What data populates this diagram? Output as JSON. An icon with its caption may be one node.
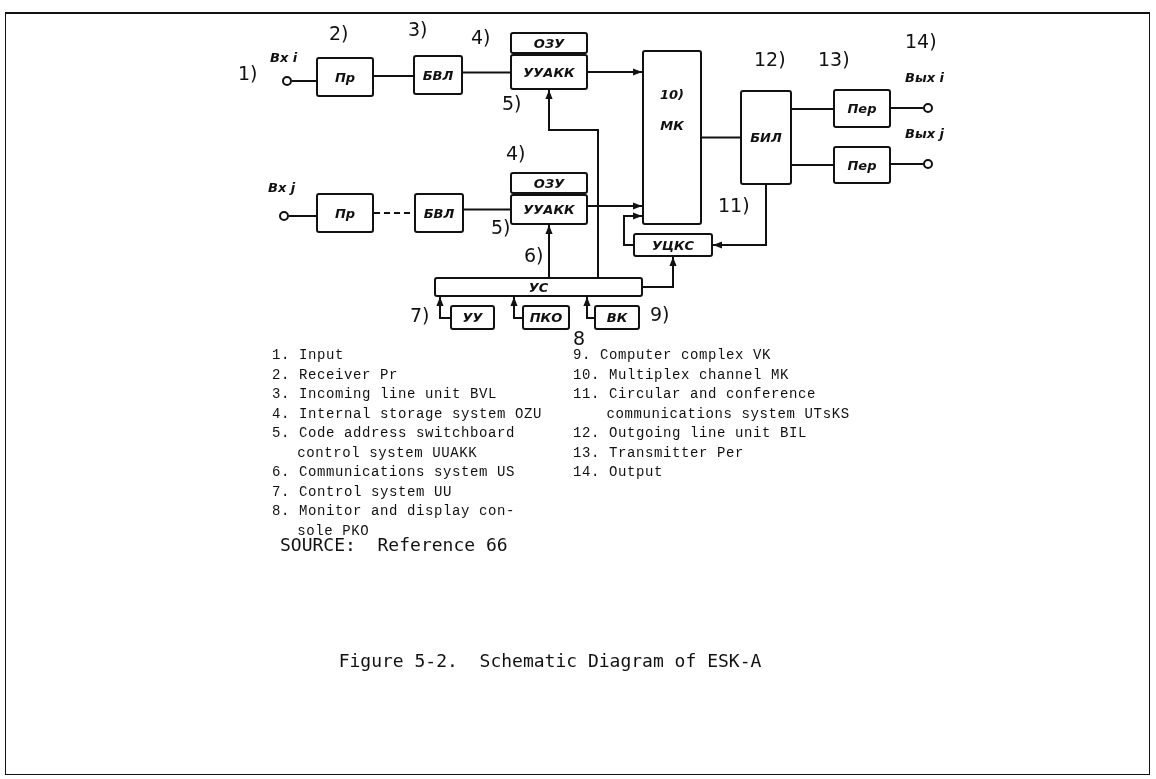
{
  "diagram": {
    "caption": "Figure 5-2.  Schematic Diagram of ESK-A",
    "nodes": [
      {
        "text": [],
        "shape": "circle",
        "beside": [
          "Вх i"
        ]
      },
      {
        "text": [
          "Пр"
        ]
      },
      {
        "text": [
          "БВЛ"
        ]
      },
      {
        "text": [
          "ОЗУ"
        ]
      },
      {
        "text": [
          "УУАКК"
        ]
      },
      {
        "text": [
          "10)",
          "МК"
        ]
      },
      {
        "text": [
          "БИЛ"
        ]
      },
      {
        "text": [
          "Пер"
        ]
      },
      {
        "text": [],
        "shape": "circle",
        "beside": [
          "Вых i"
        ]
      },
      {
        "text": [],
        "shape": "circle",
        "beside": [
          "Вх j"
        ]
      },
      {
        "text": [
          "Пр"
        ]
      },
      {
        "text": [
          "БВЛ"
        ]
      },
      {
        "text": [
          "ОЗУ"
        ]
      },
      {
        "text": [
          "УУАКК"
        ]
      },
      {
        "text": [
          "Пер"
        ]
      },
      {
        "text": [],
        "shape": "circle",
        "beside": [
          "Вых j"
        ]
      },
      {
        "text": [
          "УЦКС"
        ]
      },
      {
        "text": [
          "УС"
        ]
      },
      {
        "text": [
          "УУ"
        ]
      },
      {
        "text": [
          "ПКО"
        ]
      },
      {
        "text": [
          "ВК"
        ]
      }
    ],
    "edges": [
      {
        "from": 0,
        "to": 1,
        "arrow": "none"
      },
      {
        "from": 1,
        "to": 2,
        "arrow": "none"
      },
      {
        "from": 2,
        "to": 4,
        "arrow": "none"
      },
      {
        "from": 4,
        "to": 5,
        "arrow": "to"
      },
      {
        "from": 5,
        "to": 6,
        "arrow": "none"
      },
      {
        "from": 6,
        "to": 7,
        "arrow": "none"
      },
      {
        "from": 7,
        "to": 8,
        "arrow": "none"
      },
      {
        "from": 6,
        "to": 14,
        "arrow": "none"
      },
      {
        "from": 14,
        "to": 15,
        "arrow": "none"
      },
      {
        "from": 9,
        "to": 10,
        "arrow": "none"
      },
      {
        "from": 10,
        "to": 11,
        "arrow": "none",
        "style": "dashed"
      },
      {
        "from": 11,
        "to": 13,
        "arrow": "none"
      },
      {
        "from": 13,
        "to": 5,
        "arrow": "to"
      },
      {
        "from": 16,
        "to": 5,
        "arrow": "to"
      },
      {
        "from": 6,
        "to": 16,
        "arrow": "to"
      },
      {
        "from": 17,
        "to": 13,
        "arrow": "to"
      },
      {
        "from": 17,
        "to": 4,
        "arrow": "to"
      },
      {
        "from": 17,
        "to": 16,
        "arrow": "to"
      },
      {
        "from": 18,
        "to": 17,
        "arrow": "to"
      },
      {
        "from": 19,
        "to": 17,
        "arrow": "to"
      },
      {
        "from": 20,
        "to": 17,
        "arrow": "to"
      }
    ],
    "labels": [
      "1)",
      "2)",
      "3)",
      "4)",
      "5)",
      "14)",
      "12)",
      "13)",
      "4)",
      "5)",
      "6)",
      "11)",
      "7)",
      "8",
      "9)",
      "1. Input",
      "2. Receiver Pr",
      "3. Incoming line unit BVL",
      "4. Internal storage system OZU",
      "5. Code address switchboard control system UUAKK",
      "6. Communications system US",
      "7. Control system UU",
      "8. Monitor and display con- sole PKO",
      "9. Computer complex VK",
      "10. Multiplex channel MK",
      "11. Circular and conference communications system UTsKS",
      "12. Outgoing line unit BIL",
      "13. Transmitter Per",
      "14. Output",
      "SOURCE:  Reference 66"
    ]
  }
}
